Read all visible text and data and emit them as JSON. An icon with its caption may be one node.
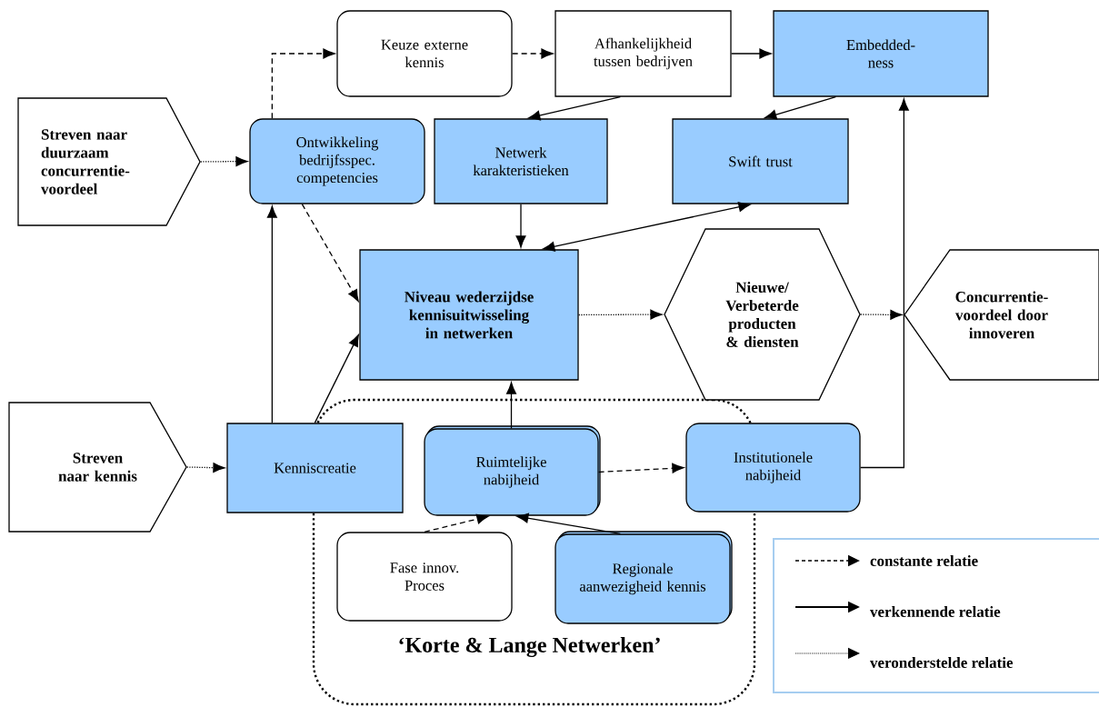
{
  "diagram": {
    "nodes": [
      {
        "text": [
          "Streven naar duurzaam concurrentie-voordeel"
        ]
      },
      {
        "text": [
          "Keuze externe kennis"
        ]
      },
      {
        "text": [
          "Afhankelijkheid tussen bedrijven"
        ]
      },
      {
        "text": [
          "Embedded-ness"
        ]
      },
      {
        "text": [
          "Ontwikkeling bedrijfsspec. competencies"
        ]
      },
      {
        "text": [
          "Netwerk karakteristieken"
        ]
      },
      {
        "text": [
          "Swift trust"
        ]
      },
      {
        "text": [
          "Niveau wederzijdse kennisuitwisseling in netwerken"
        ]
      },
      {
        "text": [
          "Nieuwe/ Verbeterde producten & diensten"
        ]
      },
      {
        "text": [
          "Concurrentie-voordeel door innoveren"
        ]
      },
      {
        "text": [
          "Streven naar kennis"
        ]
      },
      {
        "text": [
          "Kenniscreatie"
        ]
      },
      {
        "text": [
          "‘Korte & Lange Netwerken’"
        ]
      },
      {
        "text": [
          "Ruimtelijke nabijheid"
        ],
        "in": 12
      },
      {
        "text": [
          "Institutionele nabijheid"
        ]
      },
      {
        "text": [
          "Fase innov. Proces"
        ],
        "in": 12
      },
      {
        "text": [
          "Regionale aanwezigheid kennis"
        ],
        "in": 12
      }
    ],
    "edges": [
      {
        "from": 0,
        "to": 4,
        "arrow": "to",
        "style": "dashed"
      },
      {
        "from": 4,
        "to": 1,
        "arrow": "to",
        "style": "dashed"
      },
      {
        "from": 1,
        "to": 2,
        "arrow": "to",
        "style": "dashed"
      },
      {
        "from": 2,
        "to": 3,
        "arrow": "to"
      },
      {
        "from": 2,
        "to": 5,
        "arrow": "to"
      },
      {
        "from": 3,
        "to": 6,
        "arrow": "to"
      },
      {
        "from": 5,
        "to": 7,
        "arrow": "to"
      },
      {
        "from": 6,
        "to": 7,
        "arrow": "both"
      },
      {
        "from": 4,
        "to": 7,
        "arrow": "to",
        "style": "dashed"
      },
      {
        "from": 11,
        "to": 4,
        "arrow": "to"
      },
      {
        "from": 11,
        "to": 7,
        "arrow": "to"
      },
      {
        "from": 7,
        "to": 8,
        "arrow": "to",
        "style": "dashed"
      },
      {
        "from": 8,
        "to": 9,
        "arrow": "to",
        "style": "dashed"
      },
      {
        "from": 14,
        "to": 3,
        "arrow": "to"
      },
      {
        "from": 10,
        "to": 11,
        "arrow": "to",
        "style": "dashed"
      },
      {
        "from": 13,
        "to": 7,
        "arrow": "to"
      },
      {
        "from": 13,
        "to": 14,
        "arrow": "to",
        "style": "dashed"
      },
      {
        "from": 15,
        "to": 13,
        "arrow": "to",
        "style": "dashed"
      },
      {
        "from": 16,
        "to": 13,
        "arrow": "to"
      }
    ],
    "legend": [
      {
        "text": "constante relatie"
      },
      {
        "text": "verkennende relatie"
      },
      {
        "text": "veronderstelde relatie"
      }
    ]
  }
}
